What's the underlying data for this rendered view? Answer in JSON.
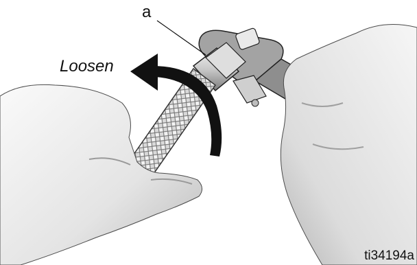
{
  "labels": {
    "callout": "a",
    "action": "Loosen",
    "figure_id": "ti34194a"
  },
  "icons": {
    "arrow": "counter-clockwise-rotation-arrow"
  },
  "colors": {
    "skin_light": "#f2f2f2",
    "skin_shadow": "#c9c9c9",
    "metal_light": "#e6e6e6",
    "metal_dark": "#8a8a8a",
    "wrench": "#9a9a9a",
    "arrow": "#111111",
    "outline": "#222222"
  }
}
